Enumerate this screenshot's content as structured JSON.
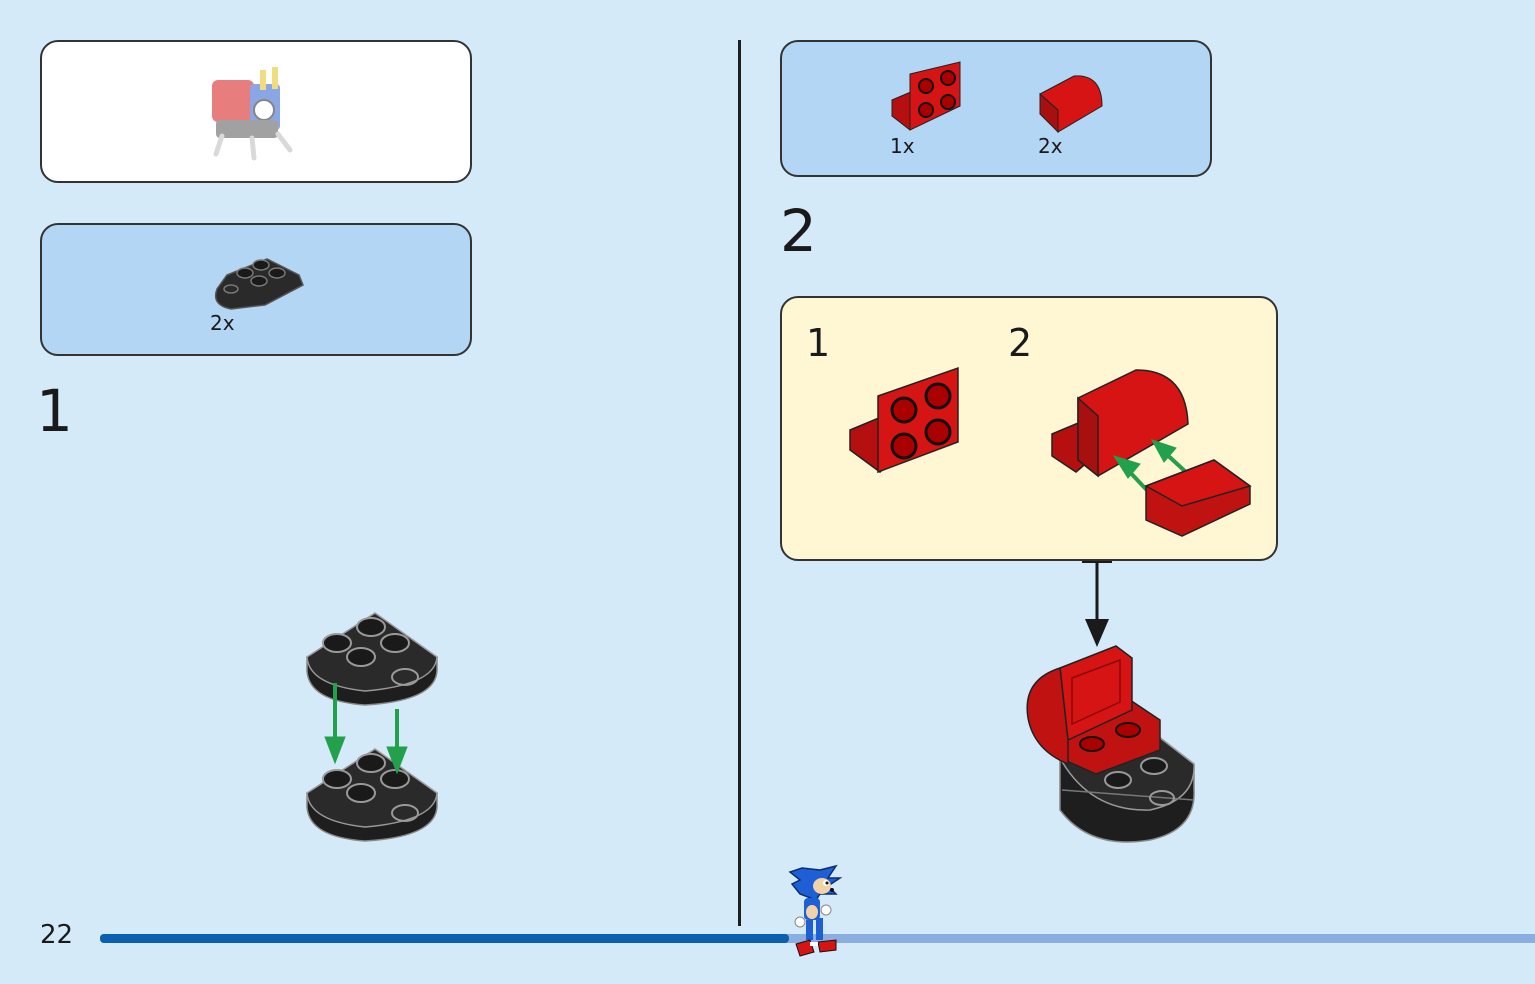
{
  "page": {
    "number": "22",
    "progress": 0.48
  },
  "left": {
    "parts": [
      {
        "qty": "2x",
        "part": "black-round-plate-icon"
      }
    ],
    "step_number": "1"
  },
  "right": {
    "parts": [
      {
        "qty": "1x",
        "part": "red-bracket-icon"
      },
      {
        "qty": "2x",
        "part": "red-curved-slope-icon"
      }
    ],
    "step_number": "2",
    "substeps": [
      {
        "number": "1"
      },
      {
        "number": "2"
      }
    ]
  },
  "colors": {
    "background": "#d4eaf8",
    "parts_panel": "#b3d6f4",
    "substep_panel": "#fff7d4",
    "brick_red": "#d61414",
    "plate_black": "#2a2a2a",
    "arrow_green": "#22a04b",
    "progress_done": "#0b5fb0",
    "progress_remaining": "#8aaedf"
  }
}
